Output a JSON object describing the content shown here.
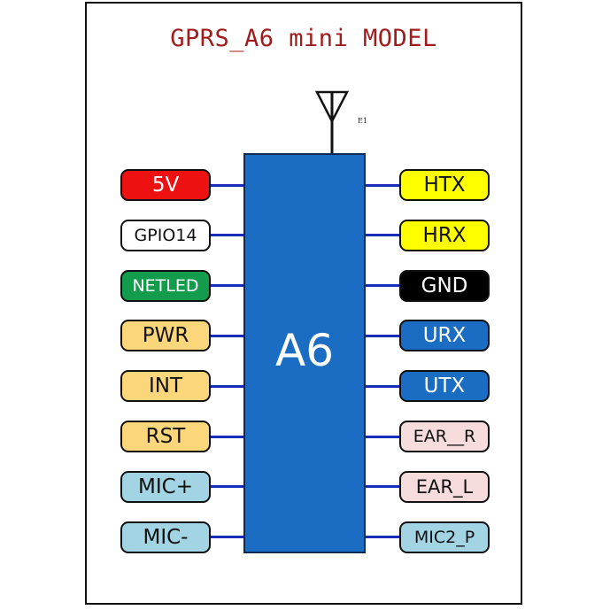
{
  "title": "GPRS_A6 mini MODEL",
  "antenna_ref": "E1",
  "chip": {
    "label": "A6",
    "color": "#1a6dc2"
  },
  "wire_color": "#1a2bb8",
  "left_pins": [
    {
      "label": "5V",
      "bg": "#ee1111",
      "fg": "#ffffff"
    },
    {
      "label": "GPIO14",
      "bg": "#ffffff",
      "fg": "#111111"
    },
    {
      "label": "NETLED",
      "bg": "#139c4c",
      "fg": "#ffffff"
    },
    {
      "label": "PWR",
      "bg": "#fbd67a",
      "fg": "#111111"
    },
    {
      "label": "INT",
      "bg": "#fbd67a",
      "fg": "#111111"
    },
    {
      "label": "RST",
      "bg": "#fbd67a",
      "fg": "#111111"
    },
    {
      "label": "MIC+",
      "bg": "#a2d4e3",
      "fg": "#111111"
    },
    {
      "label": "MIC-",
      "bg": "#a2d4e3",
      "fg": "#111111"
    }
  ],
  "right_pins": [
    {
      "label": "HTX",
      "bg": "#ffff00",
      "fg": "#111111"
    },
    {
      "label": "HRX",
      "bg": "#ffff00",
      "fg": "#111111"
    },
    {
      "label": "GND",
      "bg": "#000000",
      "fg": "#ffffff"
    },
    {
      "label": "URX",
      "bg": "#1a6dc2",
      "fg": "#ffffff"
    },
    {
      "label": "UTX",
      "bg": "#1a6dc2",
      "fg": "#ffffff"
    },
    {
      "label": "EAR__R",
      "bg": "#f6dcdc",
      "fg": "#111111"
    },
    {
      "label": "EAR_L",
      "bg": "#f6dcdc",
      "fg": "#111111"
    },
    {
      "label": "MIC2_P",
      "bg": "#a2d4e3",
      "fg": "#111111"
    }
  ]
}
